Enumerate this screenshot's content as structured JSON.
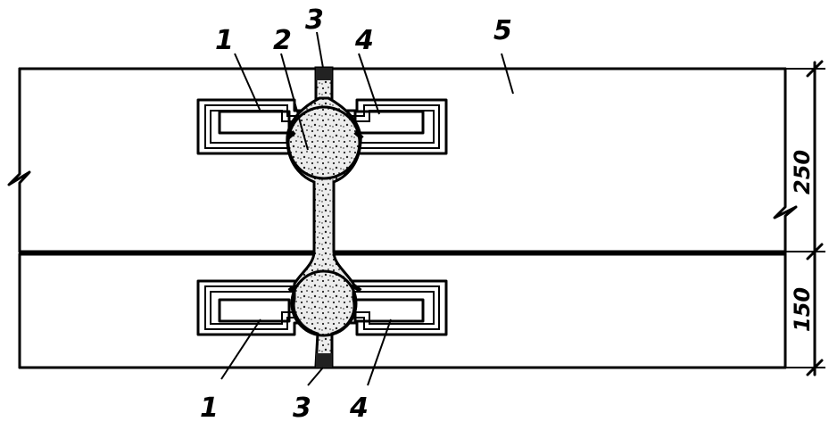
{
  "labels": {
    "top_1": "1",
    "top_2": "2",
    "top_3": "3",
    "top_4": "4",
    "top_5": "5",
    "bottom_1": "1",
    "bottom_3": "3",
    "bottom_4": "4"
  },
  "dimensions": {
    "upper_panel": "250",
    "lower_panel": "150"
  },
  "colors": {
    "line": "#000000",
    "background": "#ffffff",
    "concrete_fill": "#e6e6e6"
  }
}
